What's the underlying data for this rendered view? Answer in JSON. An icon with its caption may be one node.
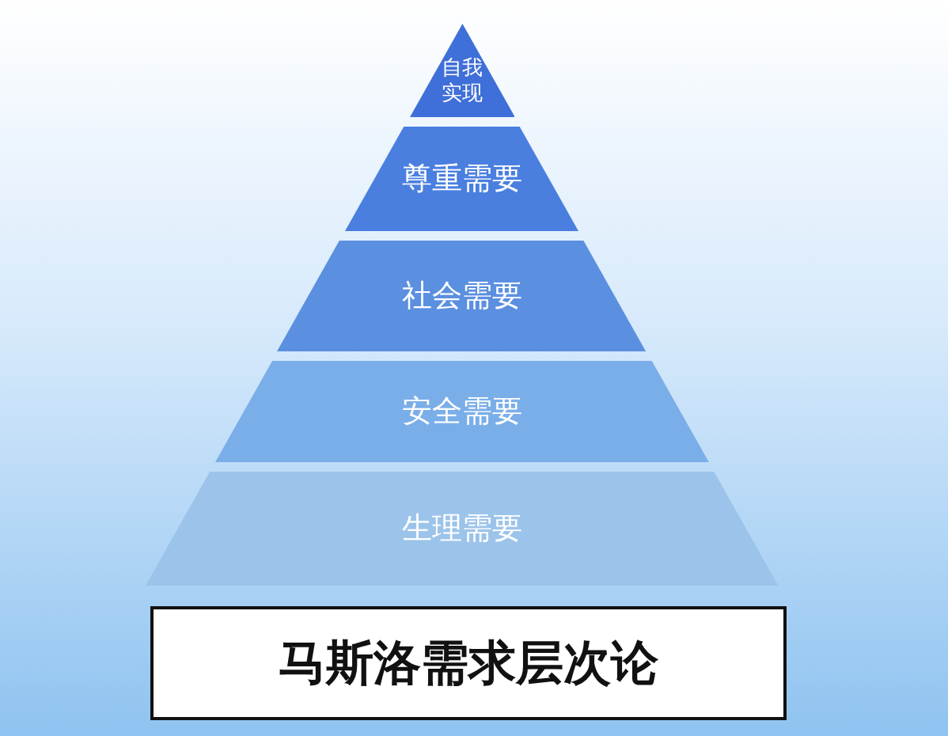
{
  "diagram": {
    "title": "马斯洛需求层次论",
    "nodes": [
      {
        "text": [
          "自我实现"
        ]
      },
      {
        "text": [
          "尊重需要"
        ]
      },
      {
        "text": [
          "社会需要"
        ]
      },
      {
        "text": [
          "安全需要"
        ]
      },
      {
        "text": [
          "生理需要"
        ]
      }
    ]
  }
}
